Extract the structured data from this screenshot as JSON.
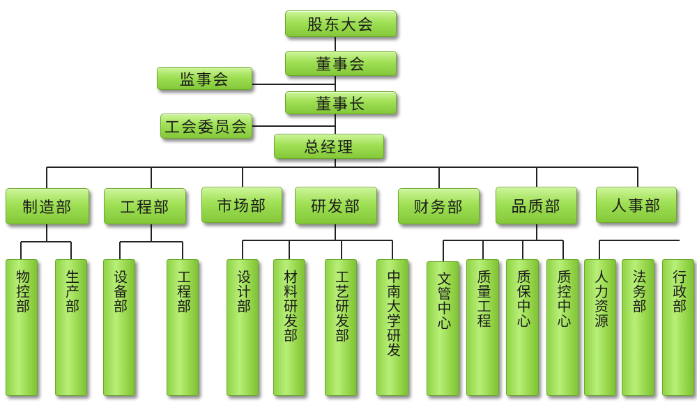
{
  "top": {
    "shareholders": "股东大会",
    "board": "董事会",
    "supervisors": "监事会",
    "chairman": "董事长",
    "union": "工会委员会",
    "gm": "总经理"
  },
  "departments": [
    "制造部",
    "工程部",
    "市场部",
    "研发部",
    "财务部",
    "品质部",
    "人事部"
  ],
  "subunits": [
    "物控部",
    "生产部",
    "设备部",
    "工程部",
    "设计部",
    "材料研发部",
    "工艺研发部",
    "中南大学研发",
    "文管中心",
    "质量工程",
    "质保中心",
    "质控中心",
    "人力资源",
    "法务部",
    "行政部"
  ]
}
